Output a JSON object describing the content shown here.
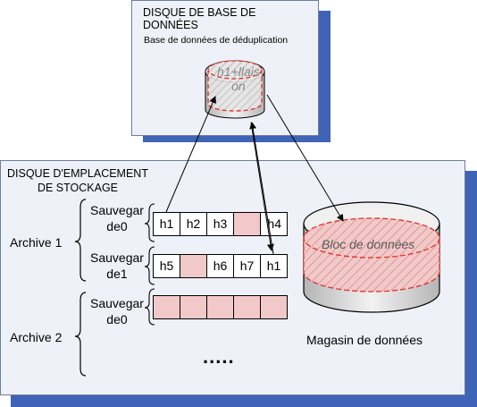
{
  "database_disk": {
    "title": "DISQUE DE BASE DE\nDONNÉES",
    "subtitle": "Base de données de déduplication",
    "cylinder_label": "h1+llais\non"
  },
  "storage_disk": {
    "title": "DISQUE D'EMPLACEMENT\nDE STOCKAGE",
    "archives": [
      {
        "label": "Archive 1",
        "backups": [
          {
            "label": "Sauvegar\nde0",
            "cells": [
              "h1",
              "h2",
              "h3",
              "",
              "h4"
            ]
          },
          {
            "label": "Sauvegar\nde1",
            "cells": [
              "h5",
              "",
              "h6",
              "h7",
              "h1"
            ]
          }
        ]
      },
      {
        "label": "Archive 2",
        "backups": [
          {
            "label": "Sauvegar\nde0",
            "cells": [
              "",
              "",
              "",
              "",
              ""
            ]
          }
        ],
        "ellipsis": "....."
      }
    ],
    "data_store": {
      "block_label": "Bloc de données",
      "caption": "Magasin de données"
    }
  },
  "colors": {
    "panel_fill": "#eef2f8",
    "shadow": "#3f63b7",
    "empty_cell": "#f2c9c9",
    "highlight_dash": "#e0312b"
  }
}
